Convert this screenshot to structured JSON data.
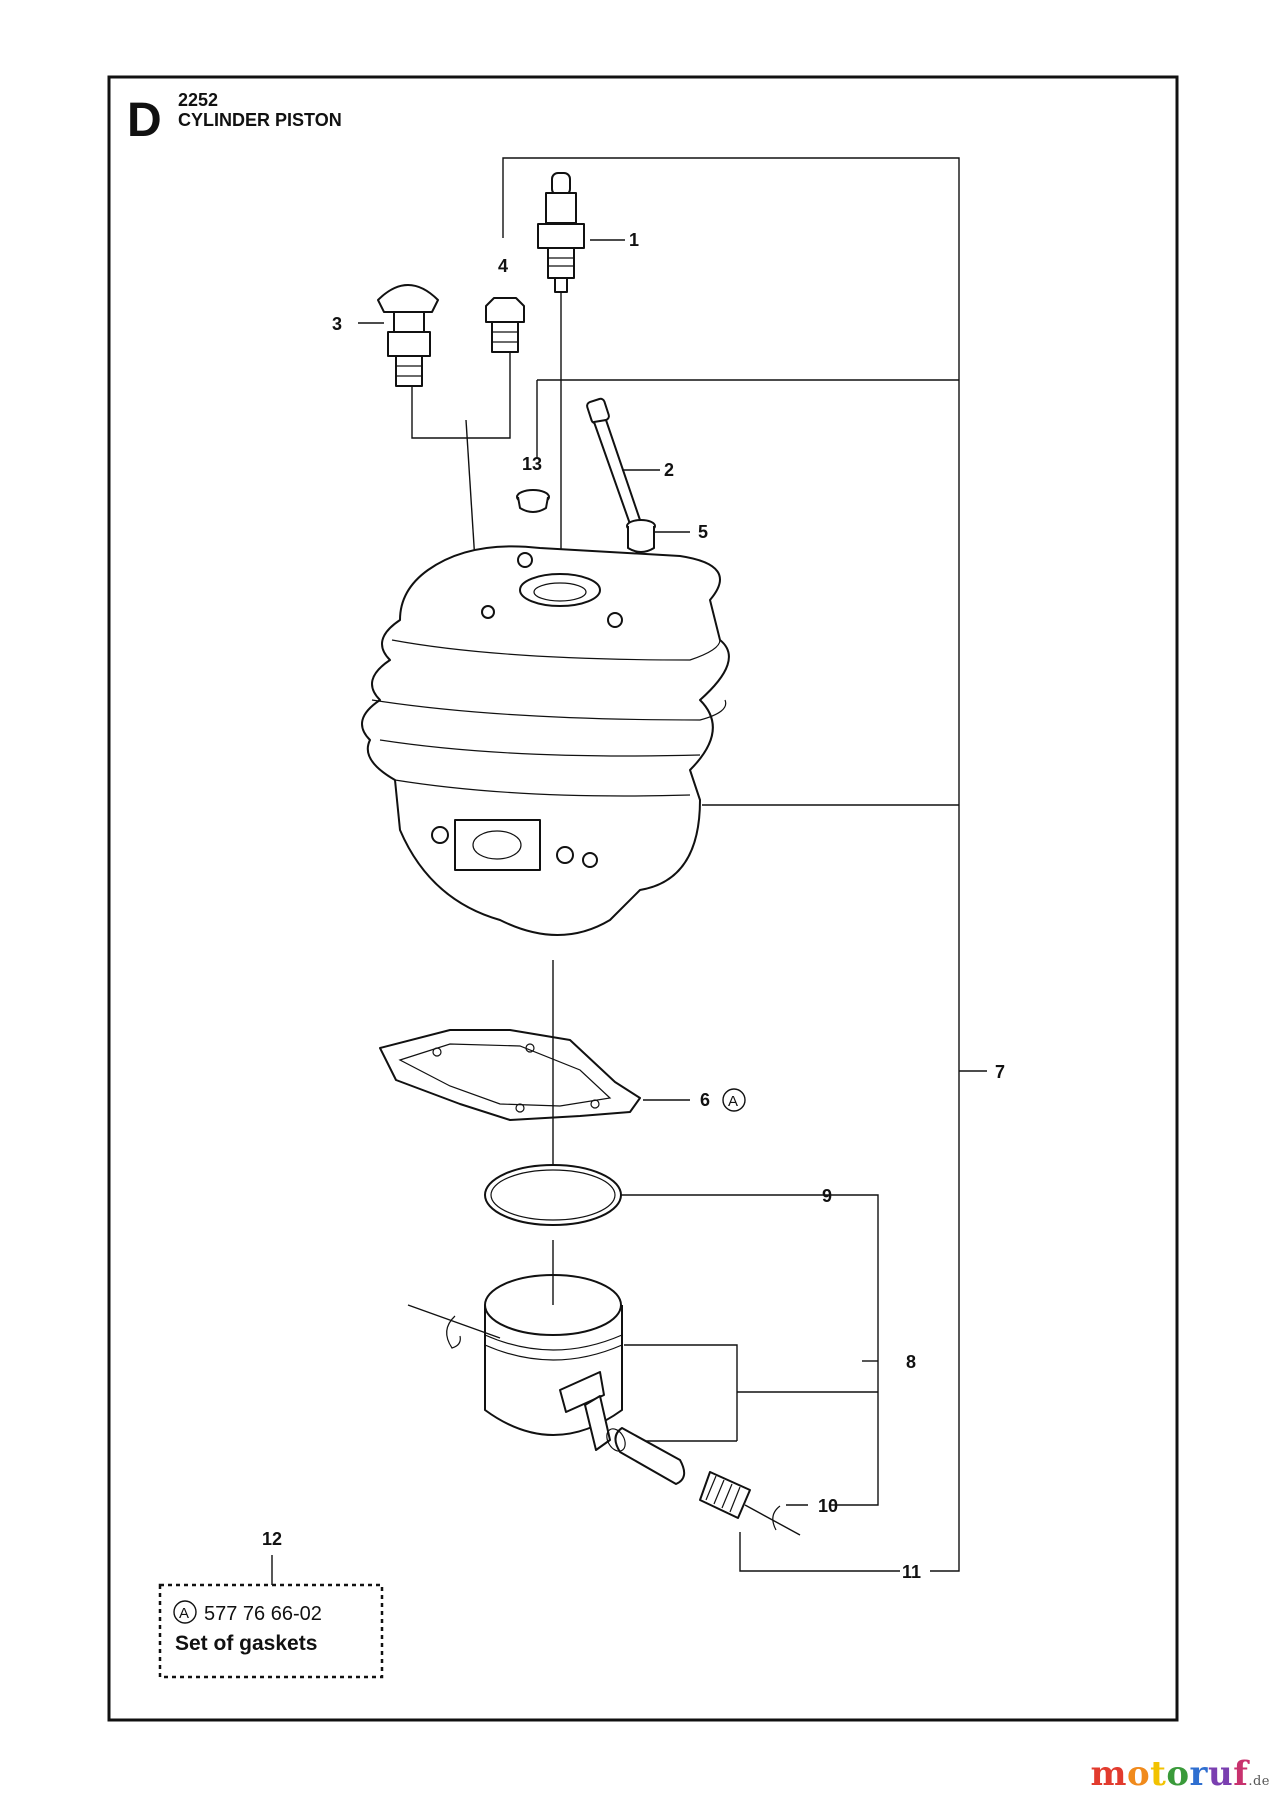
{
  "header": {
    "letter": "D",
    "model": "2252",
    "title": "CYLINDER PISTON"
  },
  "callouts": {
    "c1": "1",
    "c2": "2",
    "c3": "3",
    "c4": "4",
    "c5": "5",
    "c6": "6",
    "c6_mark": "A",
    "c7": "7",
    "c8": "8",
    "c9": "9",
    "c10": "10",
    "c11": "11",
    "c12": "12",
    "c13": "13"
  },
  "kit": {
    "mark": "A",
    "part_number": "577 76 66-02",
    "description": "Set of gaskets"
  },
  "watermark": {
    "letters": [
      "m",
      "o",
      "t",
      "o",
      "r",
      "u",
      "f"
    ],
    "colors": [
      "#e23b2e",
      "#f08a1c",
      "#f2c200",
      "#3a9a3a",
      "#2f6fd0",
      "#7a3fb0",
      "#c8326e"
    ],
    "suffix": ".de"
  }
}
